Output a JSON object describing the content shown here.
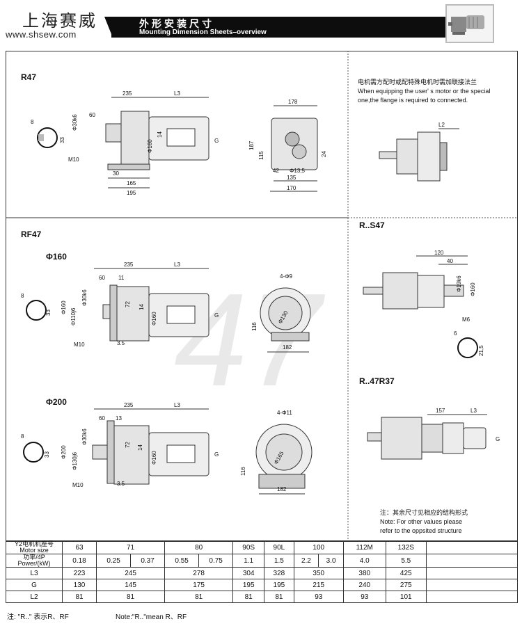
{
  "header": {
    "brand_cn": "上海赛威",
    "brand_url": "www.shsew.com",
    "title_cn": "外形安装尺寸",
    "title_en": "Mounting Dimension Sheets–overview"
  },
  "watermark": "47",
  "sections": {
    "r47": {
      "label": "R47"
    },
    "rf47": {
      "label": "RF47",
      "flange160": "Φ160",
      "flange200": "Φ200"
    },
    "rs47": {
      "label": "R..S47"
    },
    "r47r37": {
      "label": "R..47R37"
    }
  },
  "motor_note": {
    "cn": "电机需方配时或配特殊电机时需加联接法兰",
    "en1": "When equipping the user' s motor or the special",
    "en2": "one,the flange is required to connected."
  },
  "other_note": {
    "cn": "注：其余尺寸见相应的结构形式",
    "en1": "Note: For other values please",
    "en2": "refer to the oppsited structure"
  },
  "dims": {
    "r47": {
      "d235": "235",
      "l3": "L3",
      "d60": "60",
      "d30k6": "Φ30k6",
      "d8": "8",
      "d33": "33",
      "m10": "M10",
      "d14": "14",
      "d160": "Φ160",
      "g": "G",
      "d30": "30",
      "d165": "165",
      "d195": "195"
    },
    "r47_side": {
      "d178": "178",
      "d187": "187",
      "d115": "115",
      "d24": "24",
      "d42": "42",
      "d13_5": "Φ13,5",
      "d135": "135",
      "d170": "170"
    },
    "l2": "L2",
    "rs47": {
      "d120": "120",
      "d40": "40",
      "d19k6": "Φ19k6",
      "d160": "Φ160",
      "m6": "M6",
      "d6": "6",
      "d21_5": "21,5"
    },
    "r47r37": {
      "d157": "157",
      "l3": "L3",
      "g": "G"
    },
    "rf160": {
      "d235": "235",
      "l3": "L3",
      "d60": "60",
      "d11": "11",
      "d30k6": "Φ30k6",
      "d160": "Φ160",
      "d110j6": "Φ110j6",
      "d72": "72",
      "d14": "14",
      "d160b": "Φ160",
      "g": "G",
      "d8": "8",
      "d33": "33",
      "m10": "M10",
      "d3_5": "3.5",
      "holes": "4-Φ9",
      "d130": "Φ130",
      "d116": "116",
      "d182": "182"
    },
    "rf200": {
      "d235": "235",
      "l3": "L3",
      "d60": "60",
      "d13": "13",
      "d30k6": "Φ30k6",
      "d200": "Φ200",
      "d130j6": "Φ130j6",
      "d72": "72",
      "d14": "14",
      "d160": "Φ160",
      "g": "G",
      "d8": "8",
      "d33": "33",
      "m10": "M10",
      "d3_5": "3.5",
      "holes": "4-Φ11",
      "d165": "Φ165",
      "d116": "116",
      "d182": "182"
    }
  },
  "table": {
    "motor_label_cn": "Y2电机机座号",
    "motor_label_en": "Motor size",
    "power_label_cn": "功率/4P",
    "power_label_en": "Power/(kW)",
    "motor_sizes": [
      "63",
      "71",
      "80",
      "90S",
      "90L",
      "100",
      "112M",
      "132S"
    ],
    "powers": [
      "0.18",
      "0.25",
      "0.37",
      "0.55",
      "0.75",
      "1.1",
      "1.5",
      "2.2",
      "3.0",
      "4.0",
      "5.5"
    ],
    "rows": [
      {
        "label": "L3",
        "values": [
          "223",
          "245",
          "278",
          "304",
          "328",
          "350",
          "380",
          "425"
        ]
      },
      {
        "label": "G",
        "values": [
          "130",
          "145",
          "175",
          "195",
          "195",
          "215",
          "240",
          "275"
        ]
      },
      {
        "label": "L2",
        "values": [
          "81",
          "81",
          "81",
          "81",
          "81",
          "93",
          "93",
          "101"
        ]
      }
    ]
  },
  "footer": {
    "note_cn": "注: \"R..\" 表示R、RF",
    "note_en": "Note:\"R..\"mean R、RF"
  }
}
